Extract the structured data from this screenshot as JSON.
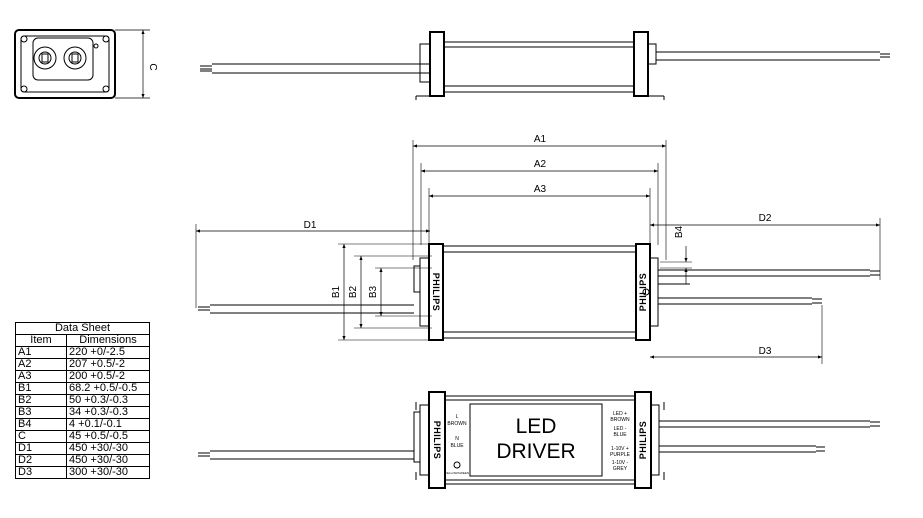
{
  "labels": {
    "A1": "A1",
    "A2": "A2",
    "A3": "A3",
    "B1": "B1",
    "B2": "B2",
    "B3": "B3",
    "B4": "B4",
    "C": "C",
    "D1": "D1",
    "D2": "D2",
    "D3": "D3"
  },
  "brand": "PHILIPS",
  "product": {
    "line1": "LED",
    "line2": "DRIVER"
  },
  "terminals": {
    "left_L": "L",
    "left_L_color": "BROWN",
    "left_N": "N",
    "left_N_color": "BLUE",
    "right_led_plus": "LED +",
    "right_led_plus_color": "BROWN",
    "right_led_minus": "LED -",
    "right_led_minus_color": "BLUE",
    "right_dim_plus": "1-10V +",
    "right_dim_plus_color": "PURPLE",
    "right_dim_minus": "1-10V -",
    "right_dim_minus_color": "GREY",
    "ground": "YELLOW/GREEN"
  },
  "datasheet": {
    "title": "Data Sheet",
    "col_item": "Item",
    "col_dim": "Dimensions",
    "rows": [
      {
        "item": "A1",
        "value": "220 +0/-2.5"
      },
      {
        "item": "A2",
        "value": "207 +0.5/-2"
      },
      {
        "item": "A3",
        "value": "200 +0.5/-2"
      },
      {
        "item": "B1",
        "value": "68.2 +0.5/-0.5"
      },
      {
        "item": "B2",
        "value": "50 +0.3/-0.3"
      },
      {
        "item": "B3",
        "value": "34 +0.3/-0.3"
      },
      {
        "item": "B4",
        "value": "4 +0.1/-0.1"
      },
      {
        "item": "C",
        "value": "45 +0.5/-0.5"
      },
      {
        "item": "D1",
        "value": "450 +30/-30"
      },
      {
        "item": "D2",
        "value": "450 +30/-30"
      },
      {
        "item": "D3",
        "value": "300 +30/-30"
      }
    ]
  }
}
